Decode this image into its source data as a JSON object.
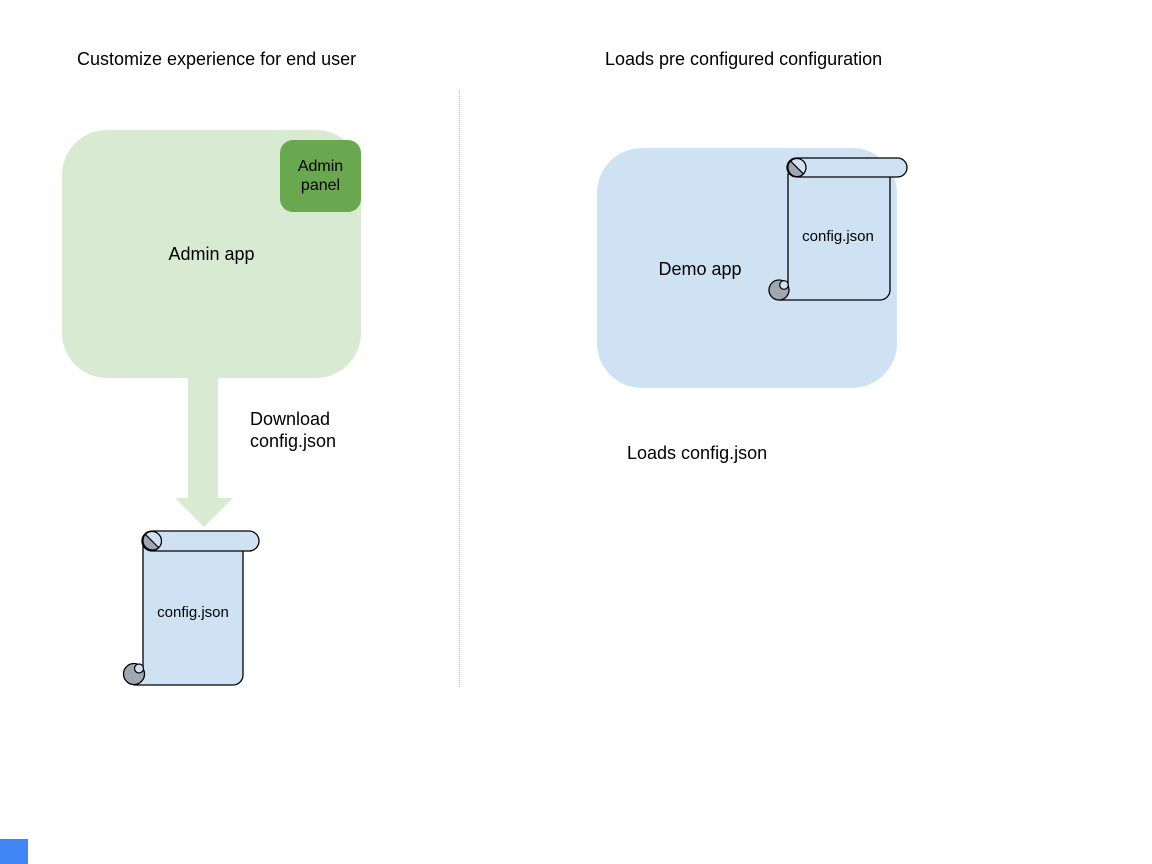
{
  "left_section": {
    "title": "Customize experience for end user",
    "admin_app_label": "Admin app",
    "admin_panel_label": "Admin panel",
    "arrow_caption": "Download config.json",
    "scroll_label": "config.json"
  },
  "right_section": {
    "title": "Loads pre configured configuration",
    "demo_app_label": "Demo app",
    "scroll_label": "config.json",
    "caption": "Loads config.json"
  },
  "colors": {
    "light_green": "#d9ead3",
    "dark_green": "#6aa84f",
    "light_blue": "#cfe2f3",
    "curl_gray": "#9fa8b0",
    "outline_black": "#000000",
    "divider_gray": "#b7b7b7",
    "partial_square_blue": "#4285f4",
    "text": "#000000"
  }
}
